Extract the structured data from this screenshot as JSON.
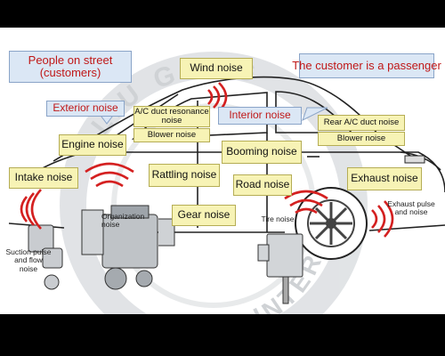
{
  "labels": {
    "people_on_street": "People on street\n(customers)",
    "customer_passenger": "The customer is a passenger",
    "exterior_noise": "Exterior noise",
    "interior_noise": "Interior noise",
    "wind_noise": "Wind noise",
    "ac_duct_resonance": "A/C duct resonance\nnoise",
    "blower_noise_front": "Blower noise",
    "rear_ac_duct": "Rear A/C duct noise",
    "blower_noise_rear": "Blower noise",
    "engine_noise": "Engine noise",
    "booming_noise": "Booming noise",
    "intake_noise": "Intake noise",
    "rattling_noise": "Rattling noise",
    "road_noise": "Road noise",
    "exhaust_noise": "Exhaust noise",
    "gear_noise": "Gear noise",
    "organization_noise": "Organization\nnoise",
    "tire_noise": "Tire noise",
    "exhaust_pulse": "Exhaust pulse\nand noise",
    "suction_pulse": "Suction pulse\nand flow\nnoise"
  },
  "watermark": {
    "text_top": "LIU GONG",
    "text_bottom": "COM INTER"
  },
  "colors": {
    "callout_fill": "#dbe7f5",
    "callout_text": "#c01818",
    "label_fill": "#f7f3b5",
    "wave_red": "#d42020"
  }
}
